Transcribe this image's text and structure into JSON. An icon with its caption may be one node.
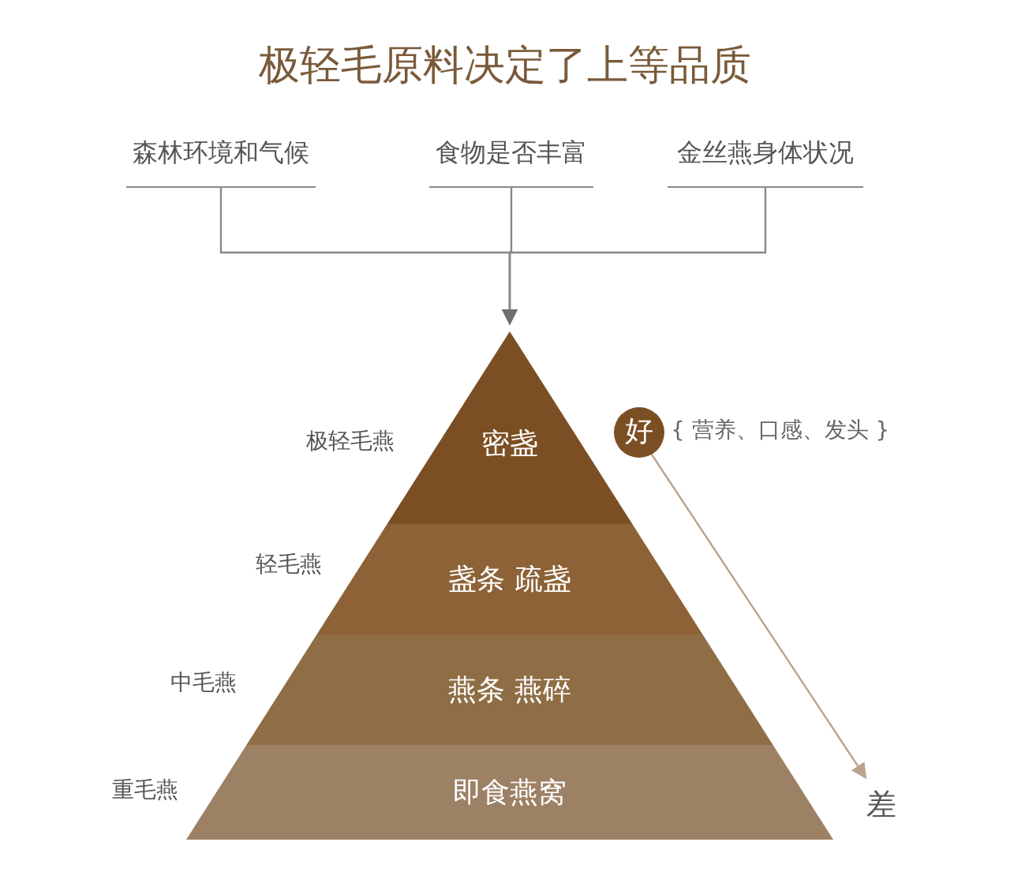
{
  "diagram": {
    "title": "极轻毛原料决定了上等品质",
    "nodes": [
      {
        "text": [
          "森林环境和气候"
        ]
      },
      {
        "text": [
          "食物是否丰富"
        ]
      },
      {
        "text": [
          "金丝燕身体状况"
        ]
      },
      {
        "text": [
          "密盏"
        ],
        "beside": [
          "极轻毛燕"
        ]
      },
      {
        "text": [
          "盏条 疏盏"
        ],
        "beside": [
          "轻毛燕"
        ]
      },
      {
        "text": [
          "燕条 燕碎"
        ],
        "beside": [
          "中毛燕"
        ]
      },
      {
        "text": [
          "即食燕窝"
        ],
        "beside": [
          "重毛燕"
        ]
      },
      {
        "text": [
          "好"
        ],
        "beside": [
          "{ 营养、口感、发头 }"
        ]
      },
      {
        "text": [
          "差"
        ]
      }
    ],
    "edges": [
      {
        "from": 0,
        "to": 3,
        "arrow": "to"
      },
      {
        "from": 1,
        "to": 3,
        "arrow": "to"
      },
      {
        "from": 2,
        "to": 3,
        "arrow": "to"
      },
      {
        "from": 7,
        "to": 8,
        "arrow": "to",
        "color": "#b8a48c"
      }
    ]
  }
}
